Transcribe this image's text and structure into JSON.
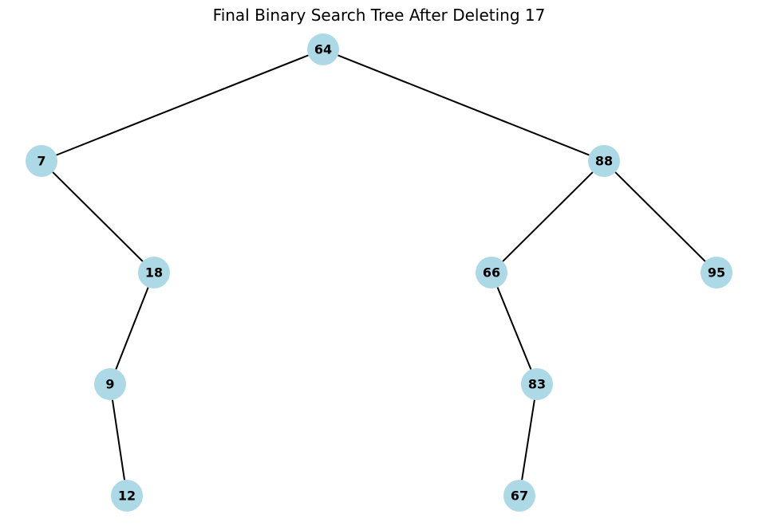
{
  "title": "Final Binary Search Tree After Deleting 17",
  "colors": {
    "node_fill": "#add8e6",
    "edge": "#000000",
    "text": "#000000"
  },
  "tree": {
    "nodes": [
      "64",
      "7",
      "88",
      "18",
      "66",
      "95",
      "9",
      "83",
      "12",
      "67"
    ],
    "edges": [
      [
        "64",
        "7"
      ],
      [
        "64",
        "88"
      ],
      [
        "7",
        "18"
      ],
      [
        "88",
        "66"
      ],
      [
        "88",
        "95"
      ],
      [
        "18",
        "9"
      ],
      [
        "66",
        "83"
      ],
      [
        "9",
        "12"
      ],
      [
        "83",
        "67"
      ]
    ]
  }
}
